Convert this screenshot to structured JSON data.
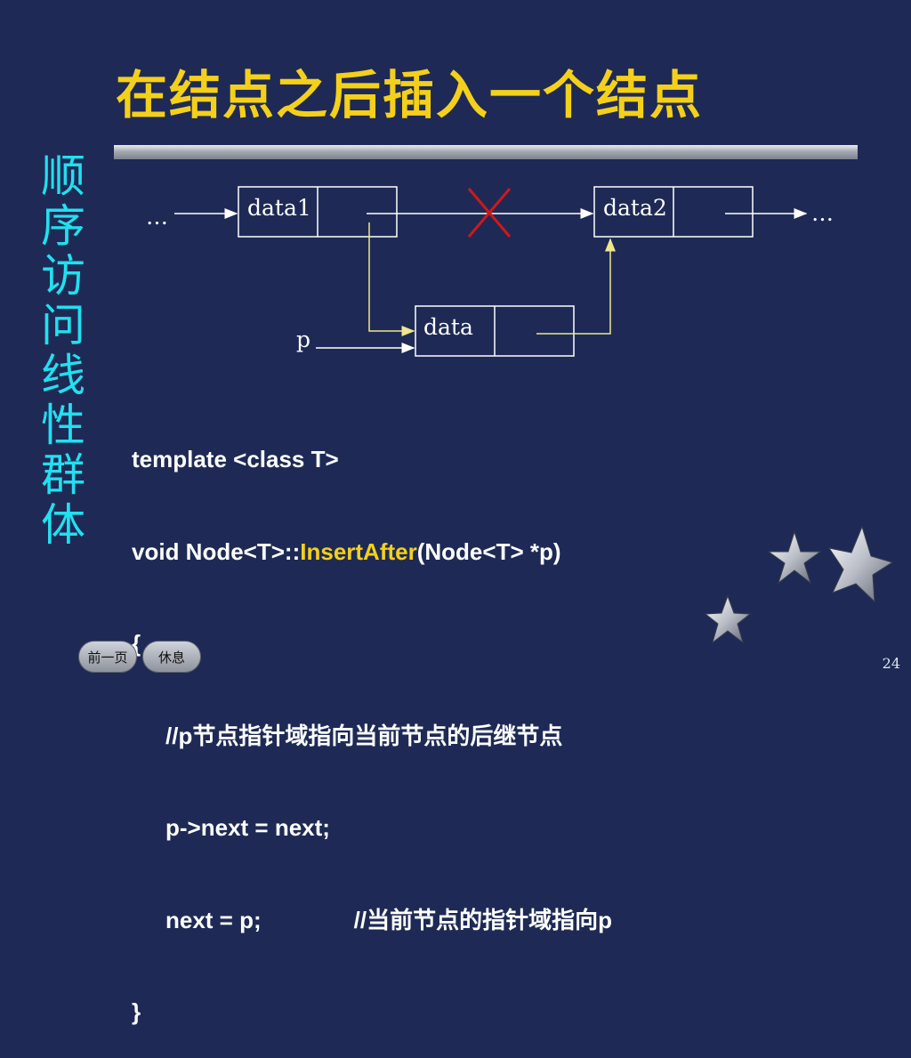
{
  "title": "在结点之后插入一个结点",
  "side_title_chars": [
    "顺",
    "序",
    "访",
    "问",
    "线",
    "性",
    "群",
    "体"
  ],
  "diagram": {
    "node1_label": "data1",
    "node2_label": "data2",
    "node3_label": "data",
    "ellipsis_left": "…",
    "ellipsis_right": "…",
    "pointer_label": "p"
  },
  "code": {
    "line1": "template <class T>",
    "line2_pre": "void Node<T>::",
    "line2_func": "InsertAfter",
    "line2_post": "(Node<T> *p)",
    "line3": "{",
    "line4": "//p节点指针域指向当前节点的后继节点",
    "line5": "p->next = next;",
    "line6_code": "next = p;",
    "line6_comment": "//当前节点的指针域指向p",
    "line7": "}"
  },
  "nav": {
    "prev_label": "前一页",
    "rest_label": "休息"
  },
  "page_number": "24",
  "colors": {
    "background": "#1e2a55",
    "title": "#f5d01a",
    "side_title": "#21e0f0",
    "highlight": "#f5d01a",
    "arrow_yellow": "#f0e68c",
    "cross_red": "#d01818"
  }
}
